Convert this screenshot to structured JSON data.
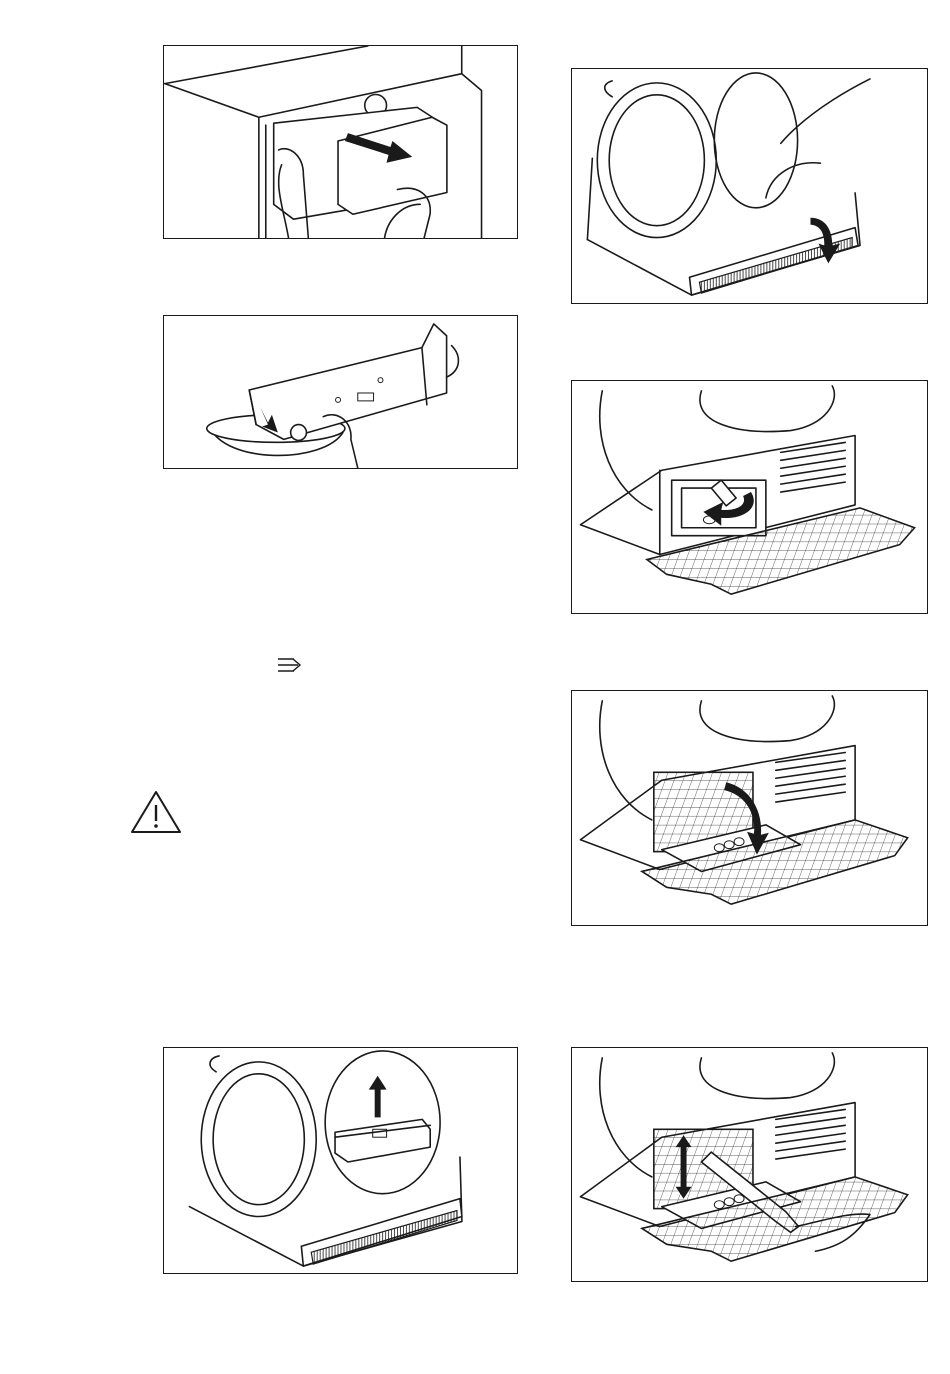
{
  "page": {
    "figures": [
      {
        "id": "f1",
        "icon": "water-container-remove-illustration"
      },
      {
        "id": "f2",
        "icon": "water-container-empty-illustration"
      },
      {
        "id": "f3",
        "icon": "open-door-base-panel-illustration"
      },
      {
        "id": "f4",
        "icon": "turn-lever-illustration"
      },
      {
        "id": "f5",
        "icon": "pull-filter-illustration"
      },
      {
        "id": "f6",
        "icon": "remove-door-filter-illustration"
      },
      {
        "id": "f7",
        "icon": "vacuum-filter-illustration"
      }
    ],
    "symbols": {
      "filter": "filter-indicator-icon",
      "warning": "warning-triangle-icon"
    }
  }
}
